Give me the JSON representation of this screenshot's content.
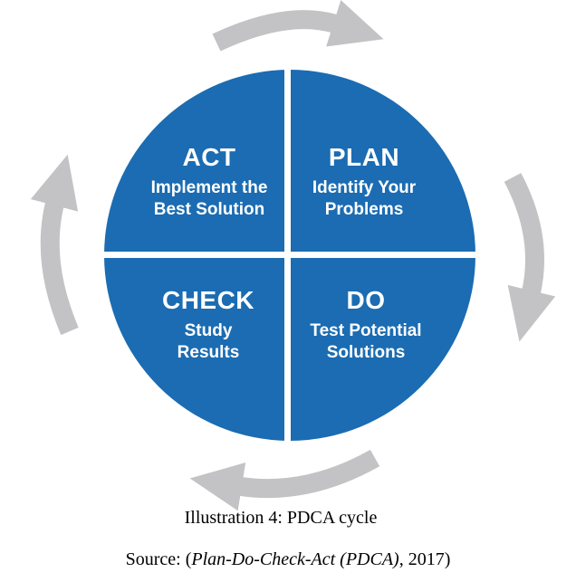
{
  "figure": {
    "caption": "Illustration 4: PDCA cycle",
    "source": {
      "prefix": "Source: (",
      "italic": "Plan-Do-Check-Act (PDCA)",
      "suffix": ", 2017)"
    }
  },
  "diagram": {
    "colors": {
      "circle_blue": "#1b6cb2",
      "arrow_gray": "#c3c3c5",
      "label_white": "#ffffff"
    },
    "quadrants": [
      {
        "label": "ACT",
        "desc_line1": "Implement the",
        "desc_line2": "Best Solution",
        "position": "top-left"
      },
      {
        "label": "PLAN",
        "desc_line1": "Identify Your",
        "desc_line2": "Problems",
        "position": "top-right"
      },
      {
        "label": "CHECK",
        "desc_line1": "Study",
        "desc_line2": "Results",
        "position": "bottom-left"
      },
      {
        "label": "DO",
        "desc_line1": "Test Potential",
        "desc_line2": "Solutions",
        "position": "bottom-right"
      }
    ]
  }
}
